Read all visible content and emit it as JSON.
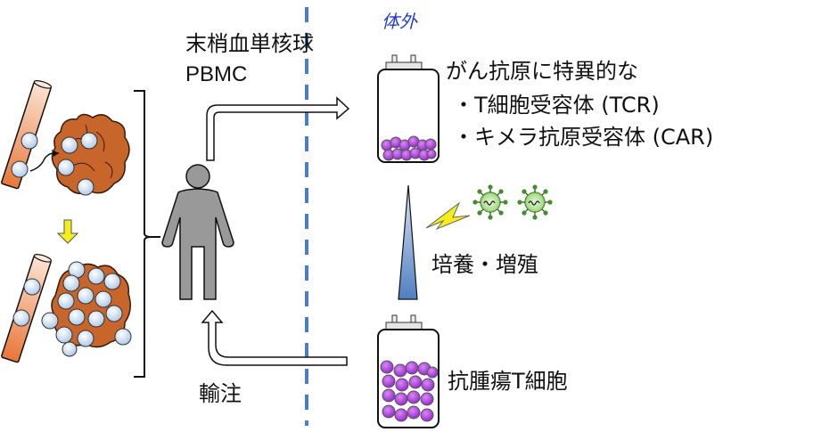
{
  "labels": {
    "outside_body": "体外",
    "pbmc_jp": "末梢血単核球",
    "pbmc_en": "PBMC",
    "specific_intro": "がん抗原に特異的な",
    "tcr_item": "・T細胞受容体 (TCR)",
    "car_item": "・キメラ抗原受容体 (CAR)",
    "culture": "培養・増殖",
    "antitumor_t_cell": "抗腫瘍T細胞",
    "infusion": "輸注"
  },
  "colors": {
    "outside_label": "#1f3bd0",
    "divider": "#4a7fc1",
    "vessel": "#e8844a",
    "tumor": "#c8652a",
    "t_cell": "#cfe1f2",
    "receptor": "#2aa84a",
    "cultured_cell": "#a23ad6",
    "arrow_down": "#f5ee1a",
    "culture_wedge": "#5b86c4",
    "virus": "#6fbf4a",
    "person": "#999999"
  }
}
